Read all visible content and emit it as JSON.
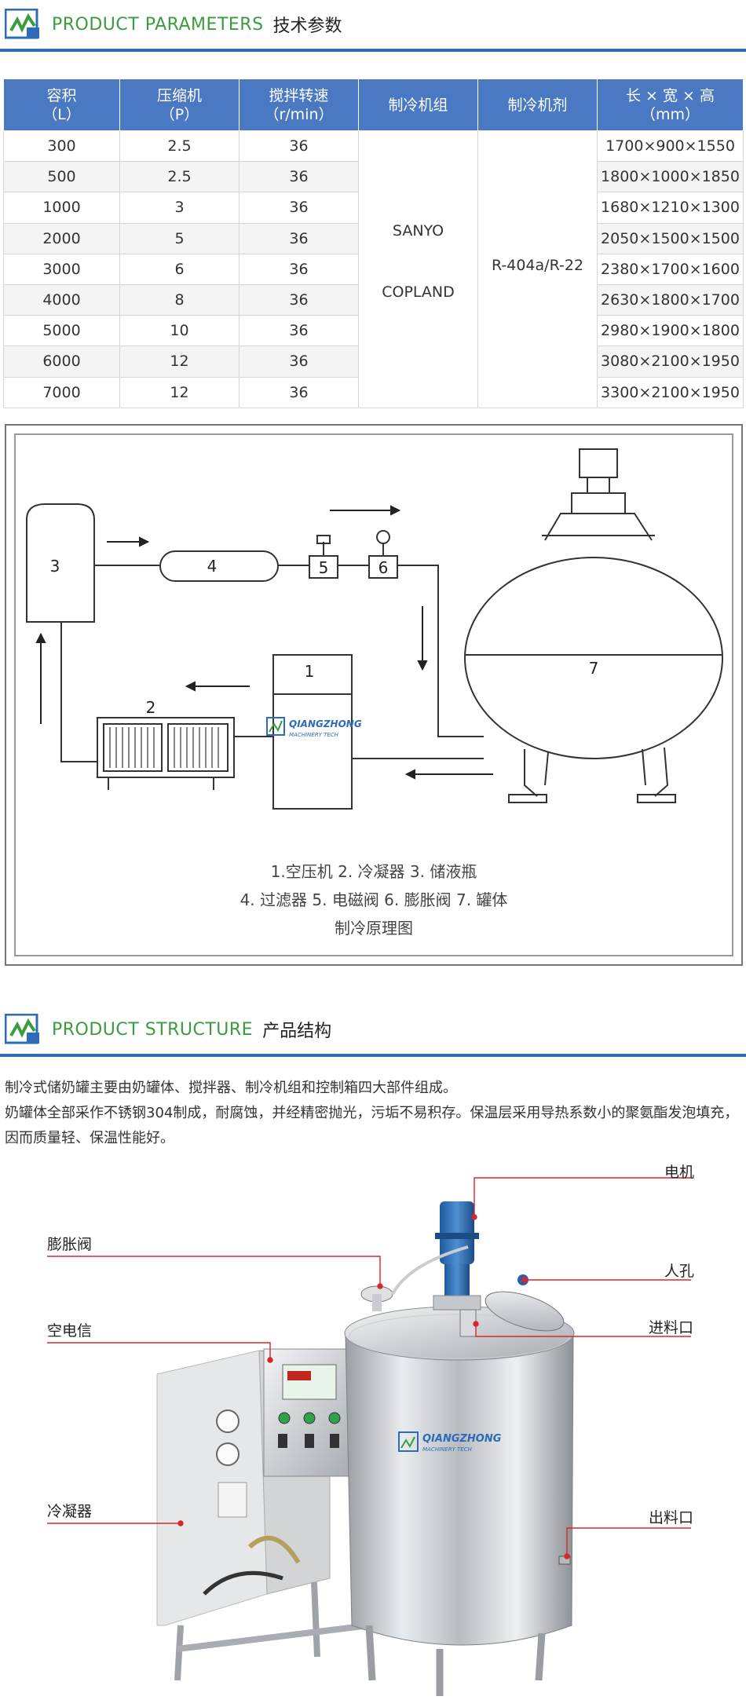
{
  "section1": {
    "title_en": "PRODUCT PARAMETERS",
    "title_cn": "技术参数"
  },
  "table": {
    "headers": [
      {
        "line1": "容积",
        "line2": "（L）"
      },
      {
        "line1": "压缩机",
        "line2": "（P）"
      },
      {
        "line1": "搅拌转速",
        "line2": "（r/min）"
      },
      {
        "line1": "制冷机组",
        "line2": ""
      },
      {
        "line1": "制冷机剂",
        "line2": ""
      },
      {
        "line1": "长 × 宽 × 高",
        "line2": "（mm）"
      }
    ],
    "rows": [
      {
        "volume": "300",
        "compressor": "2.5",
        "speed": "36",
        "dims": "1700×900×1550"
      },
      {
        "volume": "500",
        "compressor": "2.5",
        "speed": "36",
        "dims": "1800×1000×1850"
      },
      {
        "volume": "1000",
        "compressor": "3",
        "speed": "36",
        "dims": "1680×1210×1300"
      },
      {
        "volume": "2000",
        "compressor": "5",
        "speed": "36",
        "dims": "2050×1500×1500"
      },
      {
        "volume": "3000",
        "compressor": "6",
        "speed": "36",
        "dims": "2380×1700×1600"
      },
      {
        "volume": "4000",
        "compressor": "8",
        "speed": "36",
        "dims": "2630×1800×1700"
      },
      {
        "volume": "5000",
        "compressor": "10",
        "speed": "36",
        "dims": "2980×1900×1800"
      },
      {
        "volume": "6000",
        "compressor": "12",
        "speed": "36",
        "dims": "3080×2100×1950"
      },
      {
        "volume": "7000",
        "compressor": "12",
        "speed": "36",
        "dims": "3300×2100×1950"
      }
    ],
    "unit_brand_1": "SANYO",
    "unit_brand_2": "COPLAND",
    "refrigerant": "R-404a/R-22"
  },
  "diagram": {
    "labels": {
      "n1": "1",
      "n2": "2",
      "n3": "3",
      "n4": "4",
      "n5": "5",
      "n6": "6",
      "n7": "7"
    },
    "watermark_1": "QIANGZHONG",
    "watermark_2": "MACHINERY TECH",
    "caption_line1": "1.空压机  2. 冷凝器  3. 储液瓶",
    "caption_line2": "4. 过滤器   5. 电磁阀    6. 膨胀阀  7. 罐体",
    "caption_line3": "制冷原理图"
  },
  "section2": {
    "title_en": "PRODUCT STRUCTURE",
    "title_cn": "产品结构",
    "para1": "制冷式储奶罐主要由奶罐体、搅拌器、制冷机组和控制箱四大部件组成。",
    "para2": "奶罐体全部采作不锈钢304制成，耐腐蚀，并经精密抛光，污垢不易积存。保温层采用导热系数小的聚氨酯发泡填充，因而质量轻、保温性能好。"
  },
  "callouts": {
    "motor": "电机",
    "expansion_valve": "膨胀阀",
    "manhole": "人孔",
    "air_switch": "空电信",
    "inlet": "进料口",
    "condenser": "冷凝器",
    "outlet": "出料口"
  },
  "photo_watermark_1": "QIANGZHONG",
  "photo_watermark_2": "MACHINERY TECH",
  "colors": {
    "accent_blue": "#2e6bb8",
    "header_blue": "#4a78c2",
    "title_green": "#3a9c3f",
    "callout_red": "#d9262c"
  }
}
